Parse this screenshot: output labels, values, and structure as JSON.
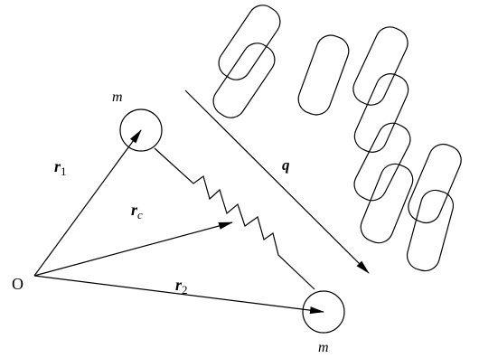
{
  "diagram": {
    "origin_label": "O",
    "mass_label_top": "m",
    "mass_label_bottom": "m",
    "r1": {
      "symbol": "r",
      "subscript": "1"
    },
    "r2": {
      "symbol": "r",
      "subscript": "2"
    },
    "rc": {
      "symbol": "r",
      "subscript": "c"
    },
    "flow_label": "q",
    "colors": {
      "stroke": "#000000",
      "background": "#ffffff"
    }
  }
}
